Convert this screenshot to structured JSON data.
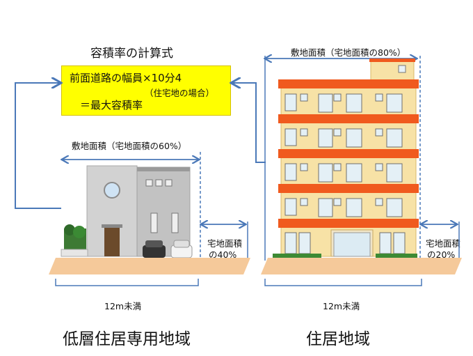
{
  "formula": {
    "title": "容積率の計算式",
    "line1": "前面道路の幅員×10分4",
    "line2": "（住宅地の場合）",
    "line3": "＝最大容積率"
  },
  "left": {
    "site_area_label": "敷地面積（宅地面積の60%）",
    "side_label_1": "宅地面積",
    "side_label_2": "の40%",
    "road_label": "12m未満",
    "zone_label": "低層住居専用地域"
  },
  "right": {
    "site_area_label": "敷地面積（宅地面積の80%）",
    "side_label_1": "宅地面積",
    "side_label_2": "の20%",
    "road_label": "12m未満",
    "zone_label": "住居地域"
  },
  "colors": {
    "formula_bg": "#ffff00",
    "arrow": "#4a78b8",
    "ground": "#f5c99a",
    "apartment_body": "#f7e2a6",
    "apartment_bands": "#f05a1e",
    "house_gray": "#c8c8c8"
  }
}
